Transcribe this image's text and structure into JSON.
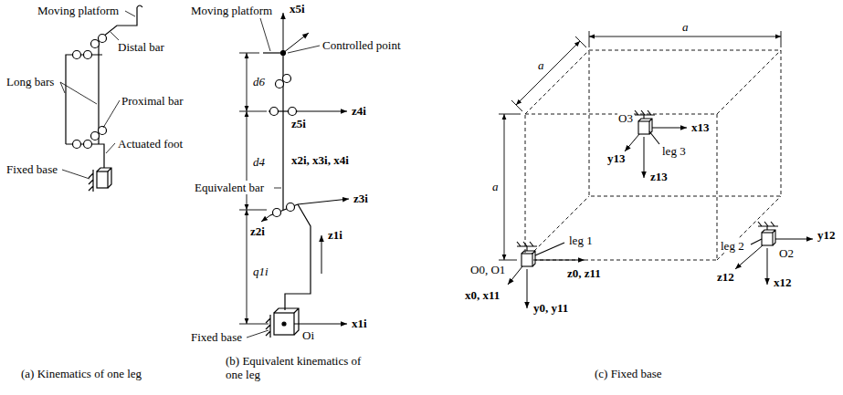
{
  "diagram": {
    "labels": [
      "Moving platform",
      "Distal bar",
      "Long bars",
      "Proximal bar",
      "Actuated foot",
      "Fixed base",
      "(a) Kinematics of one leg",
      "Moving platform",
      "x5i",
      "Controlled point",
      "d6",
      "z5i",
      "z4i",
      "d4",
      "x2i, x3i, x4i",
      "Equivalent bar",
      "z2i",
      "z3i",
      "z1i",
      "q1i",
      "Fixed base",
      "x1i",
      "Oi",
      "(b) Equivalent kinematics of one leg",
      "a",
      "a",
      "a",
      "O3",
      "x13",
      "y13",
      "leg 3",
      "z13",
      "y12",
      "O2",
      "leg 2",
      "z12",
      "x12",
      "O0, O1",
      "leg 1",
      "z0, z11",
      "x0, x11",
      "y0, y11",
      "(c) Fixed base"
    ]
  }
}
